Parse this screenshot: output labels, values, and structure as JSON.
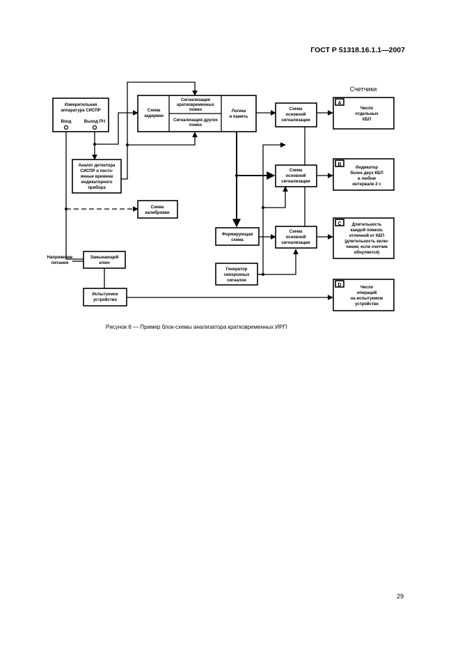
{
  "header": {
    "standard": "ГОСТ Р 51318.16.1.1—2007"
  },
  "figure": {
    "caption": "Рисунок 6 — Пример блок-схемы анализатора кратковременных ИРП"
  },
  "page": {
    "number": "29"
  },
  "diagram": {
    "counters_title": "Счетчики",
    "receiver": {
      "line1": "Измерительная",
      "line2": "аппаратура СИСПР",
      "input": "Вход",
      "if_output": "Выход ПЧ"
    },
    "detector": {
      "lines": [
        "Аналог детектора",
        "СИСПР и посто-",
        "янные времени",
        "индикаторного",
        "прибора"
      ]
    },
    "delay": {
      "line1": "Схема",
      "line2": "задержки"
    },
    "signal_short": {
      "lines": [
        "Сигнализация",
        "кратковременных",
        "помех"
      ]
    },
    "signal_other": {
      "lines": [
        "Сигнализация других",
        "помех"
      ]
    },
    "logic": {
      "line1": "Логика",
      "line2": "и память"
    },
    "calibration": {
      "line1": "Схема",
      "line2": "калибровки"
    },
    "gate_main": {
      "lines": [
        "Схема",
        "основной",
        "сигнализации"
      ]
    },
    "gate_1": {
      "lines": [
        "Схема",
        "основной",
        "сигнализации"
      ]
    },
    "gate_2": {
      "lines": [
        "Схема",
        "основной",
        "сигнализации"
      ]
    },
    "former": {
      "line1": "Формирующая",
      "line2": "схема"
    },
    "generator": {
      "lines": [
        "Генератор",
        "синхронных",
        "сигналов"
      ]
    },
    "power_label": {
      "line1": "Напряжение",
      "line2": "питания"
    },
    "switch": {
      "line1": "Замыкающий",
      "line2": "ключ"
    },
    "eut": {
      "line1": "Испытуемое",
      "line2": "устройство"
    },
    "counter_a": {
      "tag": "A",
      "lines": [
        "Число",
        "отдельных",
        "КБП"
      ]
    },
    "counter_b": {
      "tag": "B",
      "lines": [
        "Индикатор",
        "более двух КБП",
        "в любом",
        "интервале 2 с"
      ]
    },
    "counter_c": {
      "tag": "C",
      "lines": [
        "Длительность",
        "каждой помехи,",
        "отличной от КБП",
        "(длительность вклю-",
        "чения, если счетчик",
        "обнуляется)"
      ]
    },
    "counter_d": {
      "tag": "D",
      "lines": [
        "Число",
        "операций",
        "на испытуемом",
        "устройстве"
      ]
    }
  }
}
